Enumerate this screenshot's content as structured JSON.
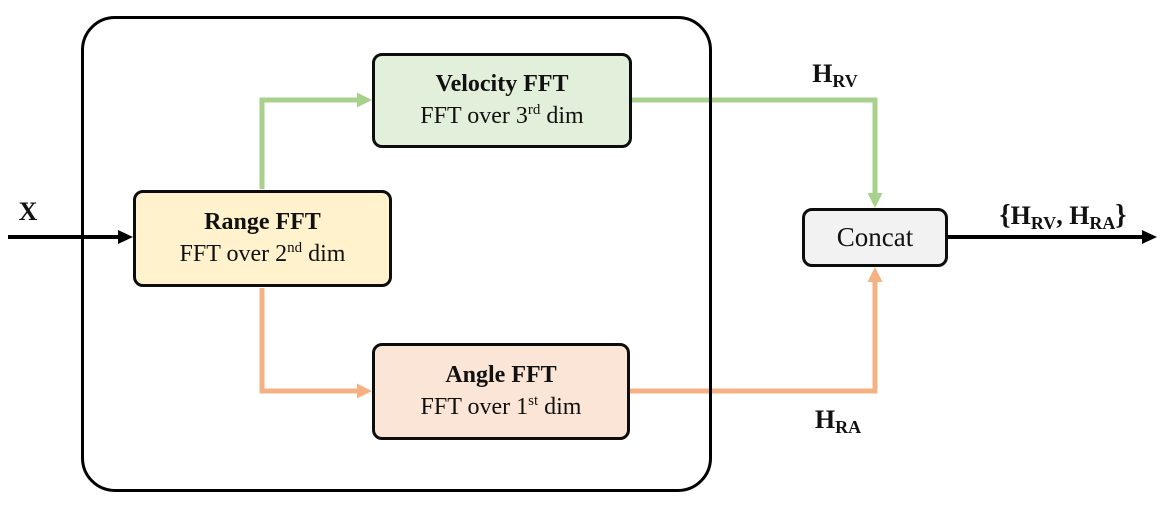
{
  "diagram": {
    "input": {
      "label": "X"
    },
    "boxes": {
      "range": {
        "title": "Range FFT",
        "line2_prefix": "FFT over 2",
        "line2_sup": "nd",
        "line2_suffix": " dim"
      },
      "velocity": {
        "title": "Velocity FFT",
        "line2_prefix": "FFT over 3",
        "line2_sup": "rd",
        "line2_suffix": " dim"
      },
      "angle": {
        "title": "Angle FFT",
        "line2_prefix": "FFT over 1",
        "line2_sup": "st",
        "line2_suffix": " dim"
      },
      "concat": {
        "title": "Concat"
      }
    },
    "labels": {
      "hrv": {
        "main": "H",
        "sub": "RV"
      },
      "hra": {
        "main": "H",
        "sub": "RA"
      },
      "output": {
        "brace_open": "{",
        "h1_main": "H",
        "h1_sub": "RV",
        "separator": ", ",
        "h2_main": "H",
        "h2_sub": "RA",
        "brace_close": "}"
      }
    },
    "colors": {
      "green_arrow": "#a9d18e",
      "orange_arrow": "#f4b183",
      "black_arrow": "#000000",
      "velocity_fill": "#e2efda",
      "range_fill": "#fff2cc",
      "angle_fill": "#fbe5d6",
      "concat_fill": "#f2f2f2",
      "border": "#000000"
    }
  }
}
